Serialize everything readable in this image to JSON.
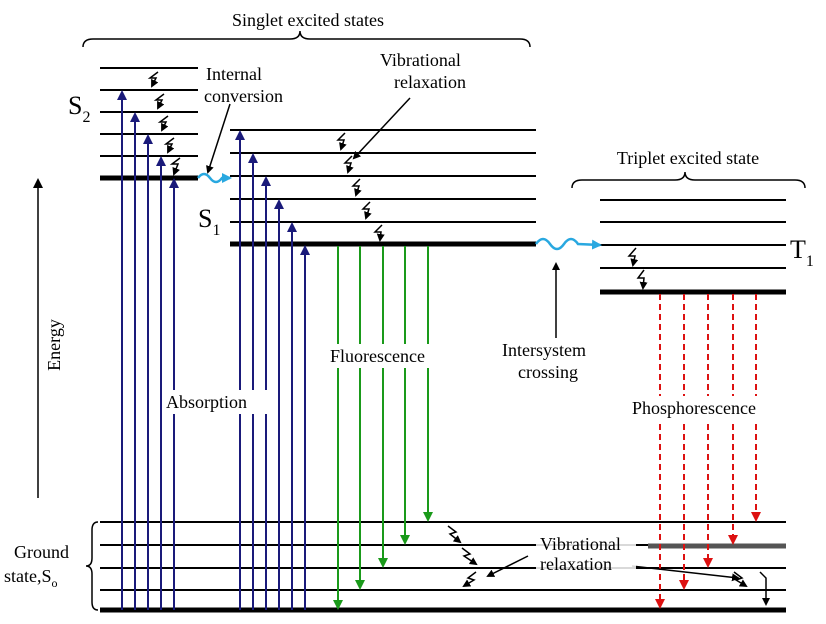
{
  "labels": {
    "singlet": "Singlet excited states",
    "triplet": "Triplet excited state",
    "internal_conversion_1": "Internal",
    "internal_conversion_2": "conversion",
    "vibrational_top_1": "Vibrational",
    "vibrational_top_2": "relaxation",
    "s2": "S",
    "s2_sub": "2",
    "s1": "S",
    "s1_sub": "1",
    "t1": "T",
    "t1_sub": "1",
    "energy": "Energy",
    "fluorescence": "Fluorescence",
    "intersystem_1": "Intersystem",
    "intersystem_2": "crossing",
    "absorption": "Absorption",
    "phosphorescence": "Phosphorescence",
    "ground_1": "Ground",
    "ground_2": "state,S",
    "ground_sub": "o",
    "vibrational_bottom_1": "Vibrational",
    "vibrational_bottom_2": "relaxation"
  },
  "colors": {
    "absorption": "#1a1a7a",
    "fluorescence": "#1a9a1a",
    "phosphorescence": "#dd1111",
    "crossing": "#29a8e0",
    "level": "#000000"
  }
}
